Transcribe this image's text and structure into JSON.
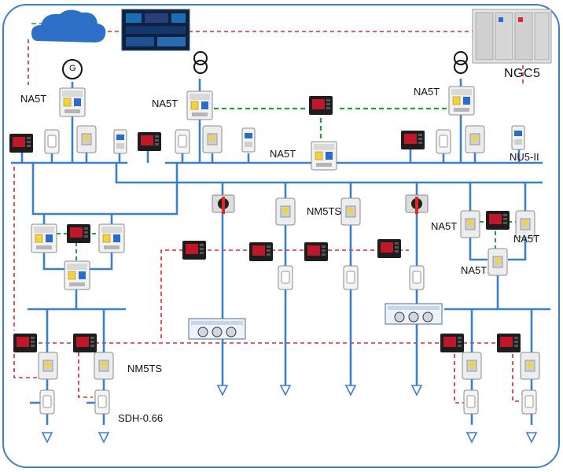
{
  "labels": {
    "breaker_na5t": "NA5T",
    "switch_nm5ts": "NM5TS",
    "surge_nu5": "NU5-II",
    "cabinet_ngc5": "NGC5",
    "ct_sdh": "SDH-0.66",
    "generator": "G"
  },
  "icons": [
    "cloud-icon",
    "monitor-screen-icon",
    "generator-icon",
    "transformer-icon",
    "switchgear-cabinet-icon",
    "circuit-breaker-icon",
    "power-meter-icon",
    "current-transformer-icon",
    "surge-protector-icon",
    "isolator-switch-icon",
    "rack-device-icon",
    "feeder-arrow-icon"
  ],
  "colors": {
    "frame": "#3a7ed0",
    "bus": "#3a7ed0",
    "signal_green": "#1aa33a",
    "signal_red": "#e02828",
    "breaker_yellow": "#f3d23a",
    "meter_screen": "#c0182a"
  }
}
